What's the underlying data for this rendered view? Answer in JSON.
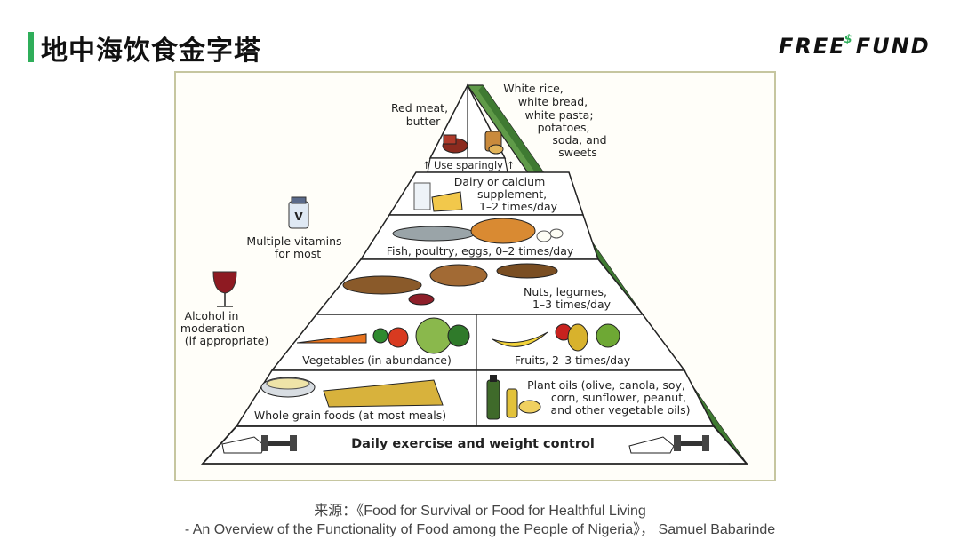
{
  "page": {
    "title": "地中海饮食金字塔"
  },
  "brand": {
    "left": "FREE",
    "sup": "$",
    "right": "FUND"
  },
  "pyramid": {
    "top_left": [
      "Red meat,",
      "butter"
    ],
    "top_right": [
      "White rice,",
      "white bread,",
      "white pasta;",
      "potatoes,",
      "soda, and",
      "sweets"
    ],
    "use_sparingly": "↑ Use sparingly ↑",
    "dairy": [
      "Dairy or calcium",
      "supplement,",
      "1–2 times/day"
    ],
    "fish": "Fish, poultry, eggs, 0–2 times/day",
    "nuts": [
      "Nuts, legumes,",
      "1–3 times/day"
    ],
    "vegetables": "Vegetables (in abundance)",
    "fruits": "Fruits, 2–3 times/day",
    "grains": "Whole grain foods (at most meals)",
    "oils": [
      "Plant oils (olive, canola, soy,",
      "corn, sunflower, peanut,",
      "and other vegetable oils)"
    ],
    "exercise": "Daily exercise and weight control",
    "vitamins": [
      "Multiple vitamins",
      "for most"
    ],
    "vitamin_badge": "V",
    "alcohol": [
      "Alcohol in",
      "moderation",
      "(if appropriate)"
    ]
  },
  "caption": {
    "line1": "来源：《Food for Survival or Food for Healthful Living",
    "line2": "- An Overview of the Functionality of Food among the People of Nigeria》， Samuel Babarinde"
  },
  "colors": {
    "accent": "#2fae5a",
    "pyramid_side": "#4c8a3c",
    "outline": "#222222"
  }
}
